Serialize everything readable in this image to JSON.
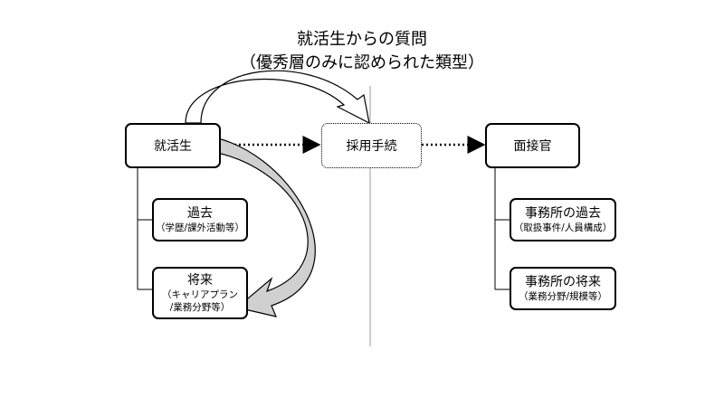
{
  "title": {
    "line1": "就活生からの質問",
    "line2": "（優秀層のみに認められた類型）"
  },
  "nodes": {
    "student": "就活生",
    "recruitment": "採用手続",
    "interviewer": "面接官",
    "past": {
      "label": "過去",
      "detail": "（学歴/課外活動等）"
    },
    "future": {
      "label": "将来",
      "detail1": "（キャリアプラン",
      "detail2": "/業務分野等）"
    },
    "office_past": {
      "label": "事務所の過去",
      "detail": "（取扱事件/人員構成）"
    },
    "office_future": {
      "label": "事務所の将来",
      "detail": "（業務分野/規模等）"
    }
  },
  "colors": {
    "curved_arrow_fill": "#d0d0d0",
    "divider": "#999999"
  }
}
